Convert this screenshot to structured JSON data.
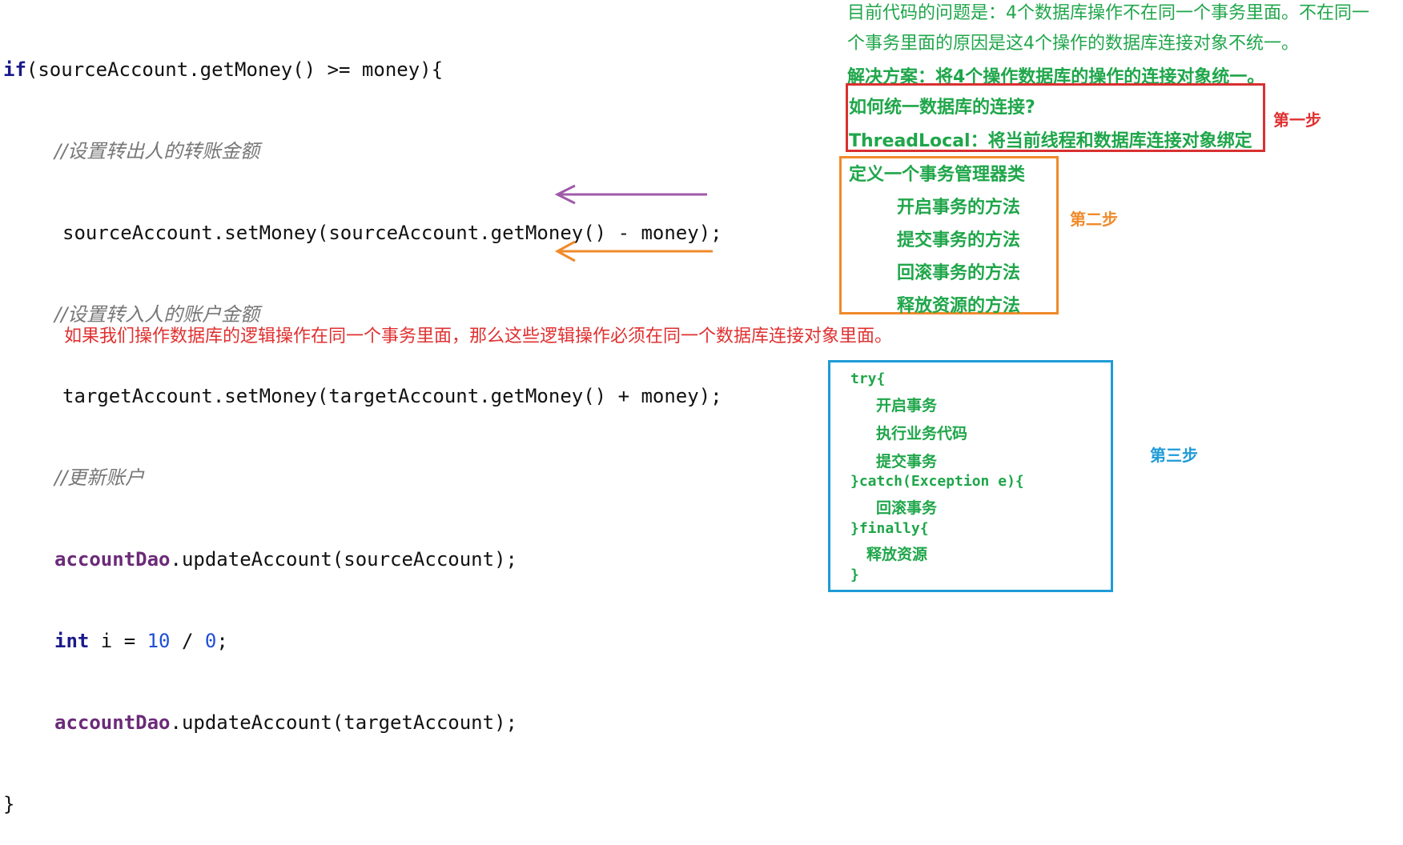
{
  "code": {
    "line1_kw": "if",
    "line1_rest": "(sourceAccount.getMoney() >= money){",
    "comment1": "//设置转出人的转账金额",
    "line3": "sourceAccount.setMoney(sourceAccount.getMoney() - money);",
    "comment2": "//设置转入人的账户金额",
    "line5": "targetAccount.setMoney(targetAccount.getMoney() + money);",
    "comment3": "//更新账户",
    "line7_field": "accountDao",
    "line7_rest": ".updateAccount(sourceAccount);",
    "line8_kw": "int",
    "line8_mid": " i = ",
    "line8_num1": "10",
    "line8_sep": " / ",
    "line8_num2": "0",
    "line8_end": ";",
    "line9_field": "accountDao",
    "line9_rest": ".updateAccount(targetAccount);",
    "close": "}"
  },
  "red_note": "如果我们操作数据库的逻辑操作在同一个事务里面，那么这些逻辑操作必须在同一个数据库连接对象里面。",
  "problem": {
    "line1": "目前代码的问题是：4个数据库操作不在同一个事务里面。不在同一",
    "line2": "个事务里面的原因是这4个操作的数据库连接对象不统一。",
    "solution": "解决方案：将4个操作数据库的操作的连接对象统一。"
  },
  "step1": {
    "question": "如何统一数据库的连接?",
    "answer": "ThreadLocal：将当前线程和数据库连接对象绑定",
    "label": "第一步"
  },
  "step2": {
    "title": "定义一个事务管理器类",
    "items": [
      "开启事务的方法",
      "提交事务的方法",
      "回滚事务的方法",
      "释放资源的方法"
    ],
    "label": "第二步"
  },
  "step3": {
    "try": "try{",
    "open": "开启事务",
    "exec": "执行业务代码",
    "commit": "提交事务",
    "catch": "}catch(Exception e){",
    "rollback": "回滚事务",
    "finally": "}finally{",
    "release": "释放资源",
    "close": "}",
    "label": "第三步"
  },
  "colors": {
    "green": "#1fa64a",
    "red": "#e03030",
    "orange": "#f08a2a",
    "blue": "#1e9bd7",
    "purple_arrow": "#a05aa8"
  }
}
